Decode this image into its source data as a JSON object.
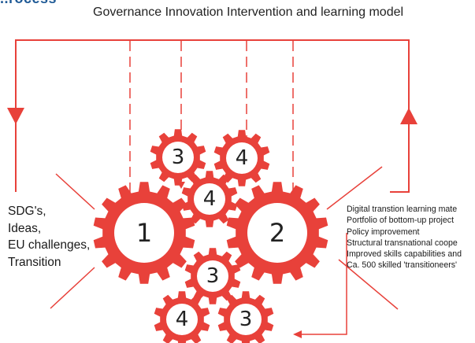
{
  "header_partial": "..rocess",
  "title": "Governance Innovation Intervention and learning model",
  "left_list": [
    "SDG's,",
    "Ideas,",
    "EU challenges,",
    "Transition"
  ],
  "right_list": [
    "Digital transtion learning mate",
    "Portfolio of bottom-up project",
    "Policy improvement",
    "Structural transnational coope",
    "Improved skills capabilities and",
    "Ca. 500 skilled 'transitioneers'"
  ],
  "gears": {
    "large_left": "1",
    "large_right": "2",
    "top_left": "3",
    "top_right": "4",
    "middle": "4",
    "bottom_mid": "3",
    "bottom_left": "4",
    "bottom_right": "3"
  },
  "colors": {
    "accent": "#e8413a",
    "header": "#1f5a96"
  }
}
